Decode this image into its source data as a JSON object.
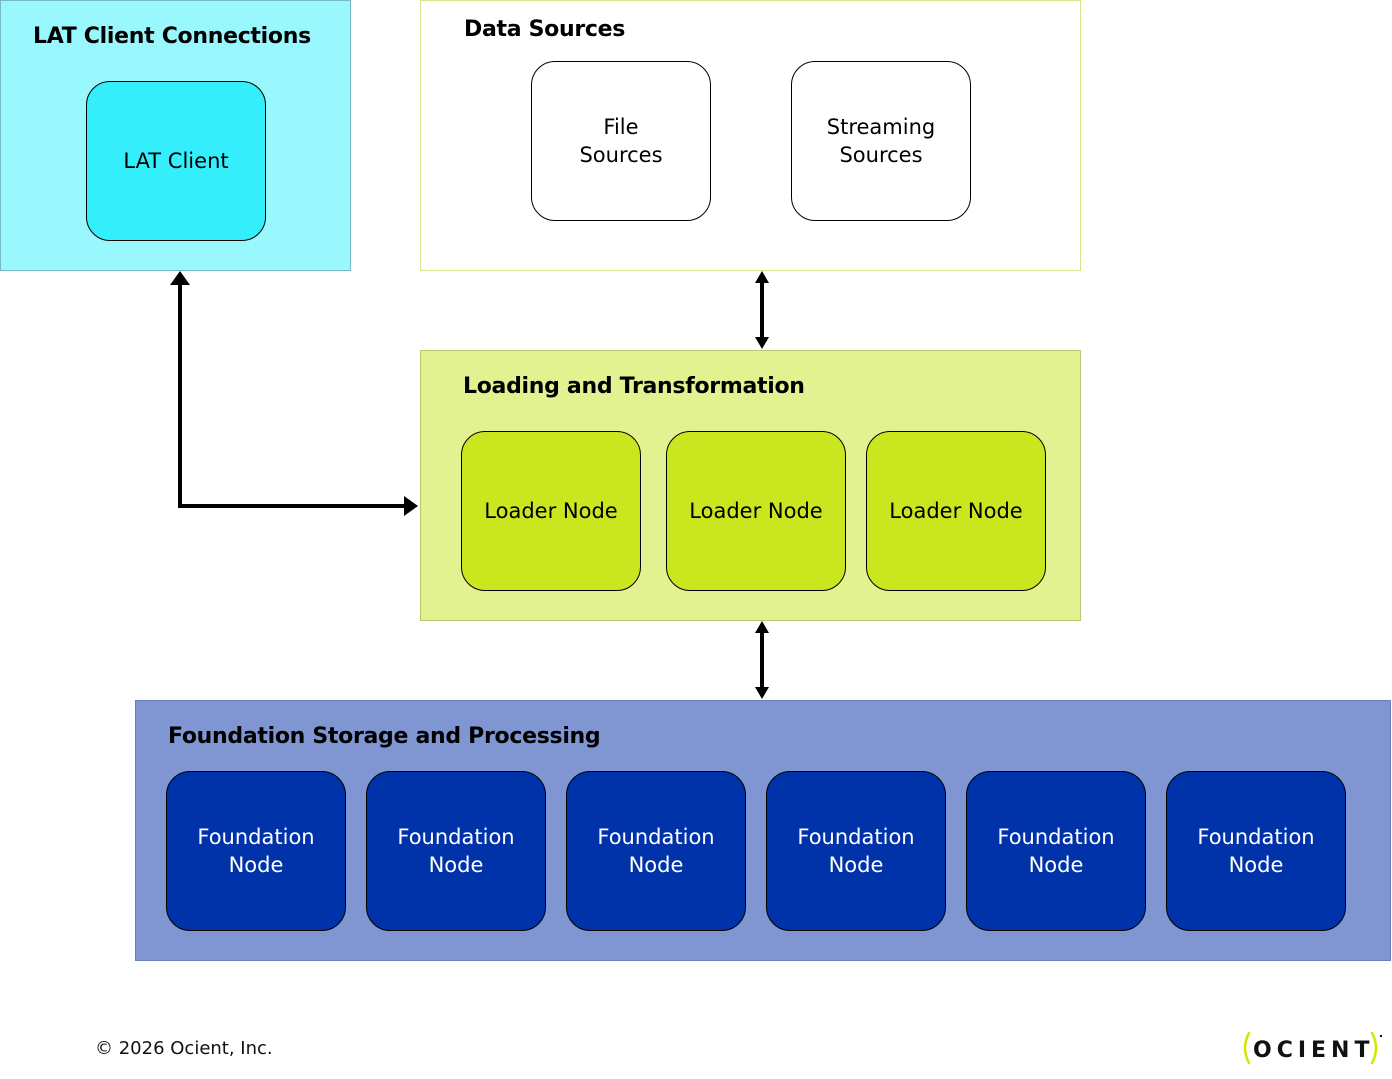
{
  "panels": {
    "lat": {
      "title": "LAT Client Connections",
      "nodes": [
        "LAT Client"
      ]
    },
    "data_sources": {
      "title": "Data Sources",
      "nodes": [
        "File\nSources",
        "Streaming\nSources"
      ]
    },
    "loading": {
      "title": "Loading and Transformation",
      "nodes": [
        "Loader Node",
        "Loader Node",
        "Loader Node"
      ]
    },
    "foundation": {
      "title": "Foundation Storage and Processing",
      "nodes": [
        "Foundation\nNode",
        "Foundation\nNode",
        "Foundation\nNode",
        "Foundation\nNode",
        "Foundation\nNode",
        "Foundation\nNode"
      ]
    }
  },
  "footer": {
    "copyright": "© 2026 Ocient, Inc.",
    "logo_text": "OCIENT"
  },
  "colors": {
    "lat_panel": "#99f7fe",
    "lat_node": "#35eefc",
    "loading_panel": "#e2f290",
    "loader_node": "#c9e61e",
    "foundation_panel": "#8096d2",
    "foundation_node": "#0033aa",
    "logo_accent": "#d4e600"
  }
}
